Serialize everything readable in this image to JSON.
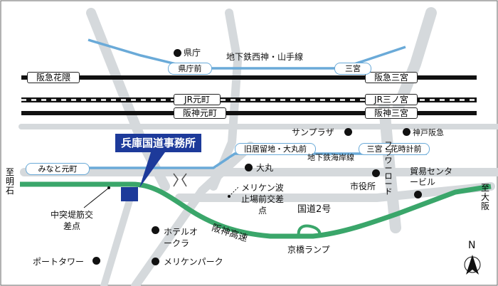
{
  "colors": {
    "road": "#d5d9dc",
    "subway": "#6aaad8",
    "expressway": "#3aa66a",
    "rail": "#111111",
    "office": "#1d3a9a"
  },
  "office": {
    "label": "兵庫国道事務所"
  },
  "rail_stations": {
    "hankyu_hanakuma": "阪急花隈",
    "hankyu_sannomiya": "阪急三宮",
    "jr_motomachi": "JR元町",
    "jr_sannomiya": "JR三ノ宮",
    "hanshin_motomachi": "阪神元町",
    "hanshin_sannomiya": "阪神三宮"
  },
  "subway_stations": {
    "kenchomae": "県庁前",
    "sannomiya": "三宮",
    "kyukyoryuchi_daimaru": "旧居留地・大丸前",
    "sannomiya_hanadokei": "三宮・花時計前",
    "minato_motomachi": "みなと元町"
  },
  "lines": {
    "seishin_yamate": "地下鉄西神・山手線",
    "kaigan": "地下鉄海岸線",
    "hanshin_expressway": "阪神高速",
    "route2": "国道2号",
    "flower_road": "フラワーロード"
  },
  "landmarks": {
    "kencho": "県庁",
    "sun_plaza": "サンプラザ",
    "kobe_hankyu": "神戸阪急",
    "daimaru": "大丸",
    "city_hall": "市役所",
    "boeki_center": "貿易センタービル",
    "hotel_okura": "ホテルオークラ",
    "port_tower": "ポートタワー",
    "meriken_park": "メリケンパーク",
    "meriken_intersection": "メリケン波止場前交差点",
    "chutotsu_intersection": "中突堤筋交差点",
    "kyobashi_ramp": "京橋ランプ"
  },
  "directions": {
    "to_akashi": "至明石",
    "to_osaka": "至大阪",
    "north": "N"
  }
}
